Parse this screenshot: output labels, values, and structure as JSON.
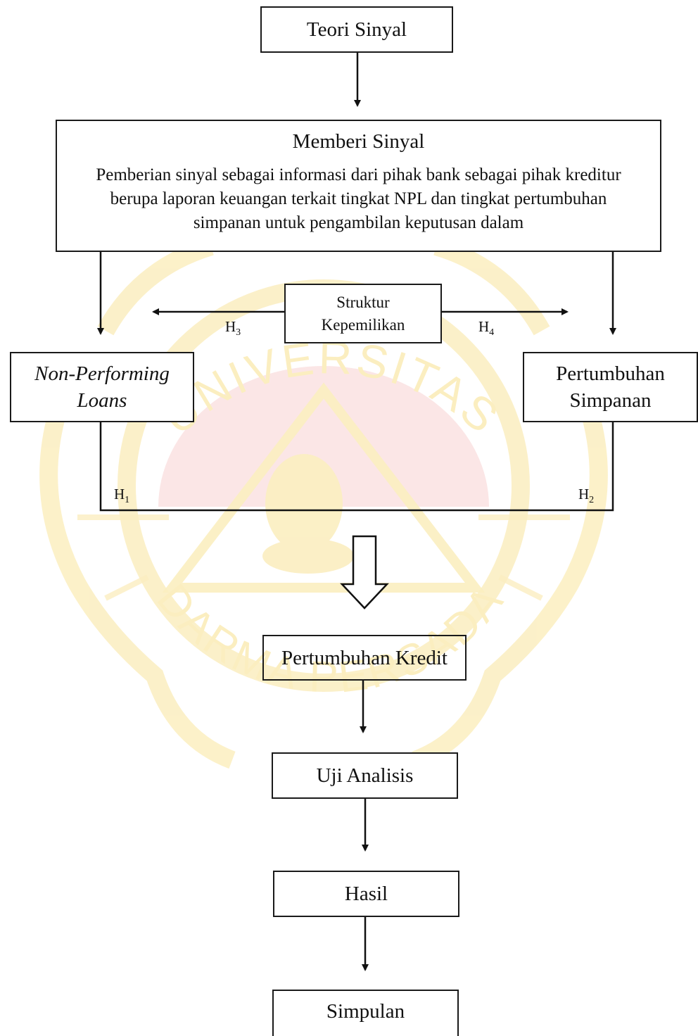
{
  "nodes": {
    "teori_sinyal": "Teori Sinyal",
    "memberi_sinyal": {
      "title": "Memberi Sinyal",
      "description": "Pemberian sinyal sebagai informasi dari pihak bank sebagai pihak kreditur berupa laporan keuangan terkait tingkat NPL dan tingkat pertumbuhan simpanan untuk pengambilan keputusan dalam"
    },
    "struktur_kepemilikan": {
      "line1": "Struktur",
      "line2": "Kepemilikan"
    },
    "non_performing_loans": {
      "line1": "Non-Performing",
      "line2": "Loans"
    },
    "pertumbuhan_simpanan": {
      "line1": "Pertumbuhan",
      "line2": "Simpanan"
    },
    "pertumbuhan_kredit": "Pertumbuhan Kredit",
    "uji_analisis": "Uji Analisis",
    "hasil": "Hasil",
    "simpulan": "Simpulan"
  },
  "hypotheses": {
    "h1": {
      "letter": "H",
      "num": "1"
    },
    "h2": {
      "letter": "H",
      "num": "2"
    },
    "h3": {
      "letter": "H",
      "num": "3"
    },
    "h4": {
      "letter": "H",
      "num": "4"
    }
  },
  "watermark": {
    "text_top": "UNIVERSITAS",
    "text_bottom": "DARMA PERSADA",
    "color_ring": "#fbeec0",
    "color_triangle": "#fbe3e3"
  }
}
